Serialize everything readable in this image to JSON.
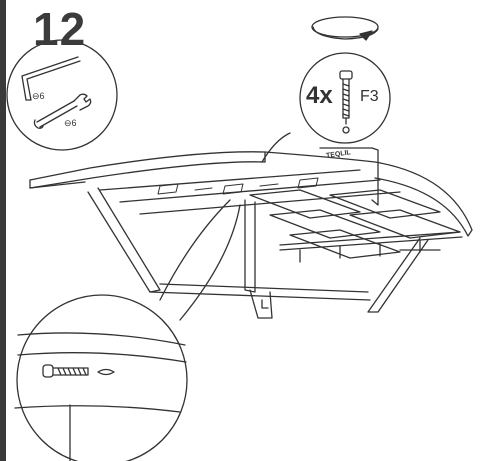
{
  "step": {
    "number": "12"
  },
  "tools": {
    "hex_key_size": "6",
    "wrench_size": "6"
  },
  "callout": {
    "quantity": "4x",
    "part_code": "F3"
  },
  "product": {
    "brand": "TEQLIL"
  },
  "icons": {
    "rotate": "rotate-arrow-icon",
    "hex_key": "hex-key-icon",
    "wrench": "wrench-icon",
    "bolt": "bolt-icon",
    "zoom": "zoom-detail-icon"
  }
}
